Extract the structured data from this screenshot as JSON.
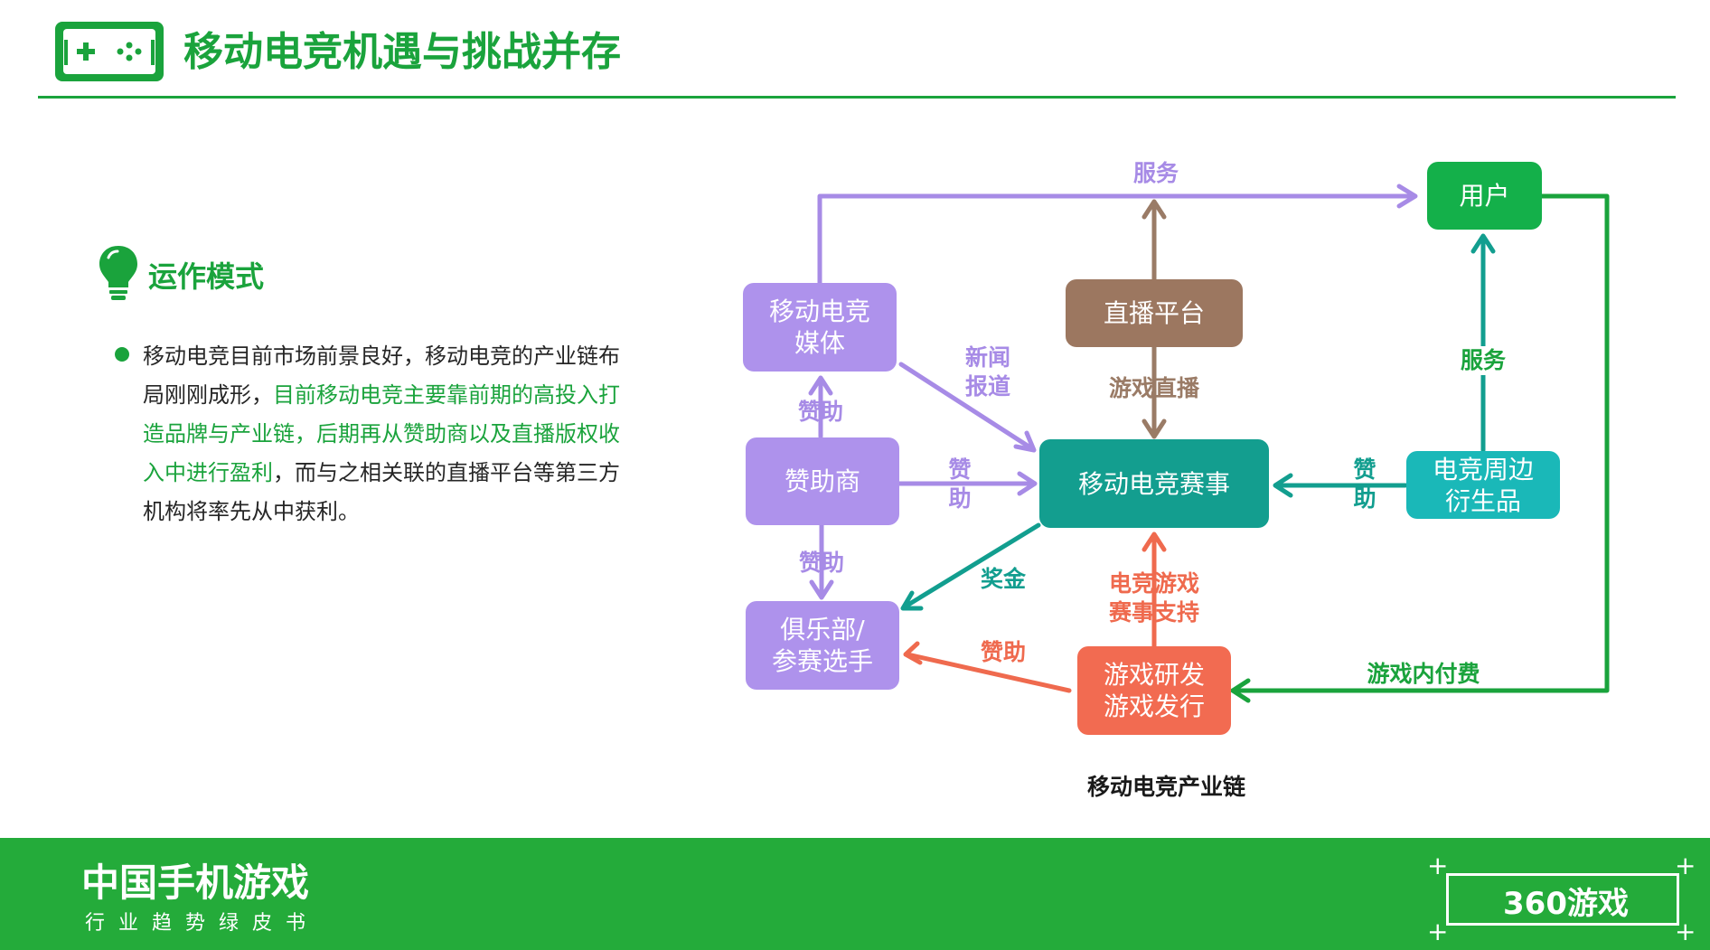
{
  "header": {
    "title": "移动电竞机遇与挑战并存"
  },
  "section": {
    "heading": "运作模式",
    "body_parts": [
      "移动电竞目前市场前景良好，移动电竞的产业链布局刚刚成形，",
      "目前移动电竞主要靠前期的高投入打造品牌与产业链，后期再从赞助商以及直播版权收入中进行盈利",
      "，而与之相关联的直播平台等第三方机构将率先从中获利。"
    ]
  },
  "diagram": {
    "caption": "移动电竞产业链",
    "nodes": {
      "user": "用户",
      "live_platform": "直播平台",
      "media": "移动电竞\n媒体",
      "sponsor": "赞助商",
      "esports_event": "移动电竞赛事",
      "merch": "电竞周边\n衍生品",
      "club": "俱乐部/\n参赛选手",
      "game_dev": "游戏研发\n游戏发行"
    },
    "labels": {
      "service_top": "服务",
      "service_right": "服务",
      "news": "新闻\n报道",
      "game_live": "游戏直播",
      "sponsor_media": "赞助",
      "sponsor_event": "赞\n助",
      "sponsor_club": "赞助",
      "merch_event": "赞\n助",
      "prize": "奖金",
      "esports_support": "电竞游戏\n赛事支持",
      "dev_club": "赞助",
      "ingame_pay": "游戏内付费"
    }
  },
  "footer": {
    "title": "中国手机游戏",
    "subtitle": "行业趋势绿皮书",
    "brand": "360游戏"
  },
  "colors": {
    "brand_green": "#1aa33c",
    "footer_green": "#24ab3a",
    "purple_node": "#ae92ec",
    "purple_arrow": "#a78be6",
    "brown_node": "#9c7760",
    "teal_node": "#139e8f",
    "cyan_node": "#1ab8b8",
    "orange_node": "#f26b51",
    "green_node": "#14b04a"
  }
}
